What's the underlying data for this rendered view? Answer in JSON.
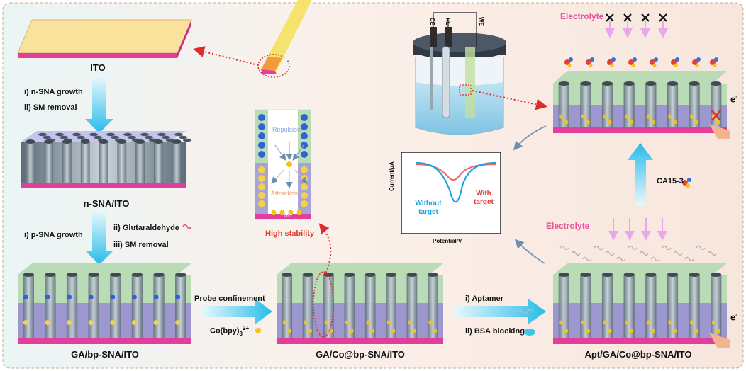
{
  "labels": {
    "ito": "ITO",
    "n_sna_ito": "n-SNA/ITO",
    "ga_bp_sna_ito": "GA/bp-SNA/ITO",
    "ga_co_bp_sna_ito": "GA/Co@bp-SNA/ITO",
    "apt_ga_co_bp_sna_ito": "Apt/GA/Co@bp-SNA/ITO"
  },
  "steps": {
    "n_sna_growth": "i) n-SNA growth",
    "sm_removal_1": "ii) SM removal",
    "p_sna_growth": "i) p-SNA growth",
    "glutaraldehyde": "ii) Glutaraldehyde",
    "sm_removal_2": "iii) SM removal",
    "probe_confinement": "Probe confinement",
    "probe_formula": "Co(bpy)",
    "probe_sub": "3",
    "probe_sup": "2+",
    "aptamer": "i) Aptamer",
    "bsa_blocking": "ii) BSA blocking",
    "ca15_3": "CA15-3"
  },
  "inset": {
    "repulsion": "Repulsion",
    "attraction": "Attraction",
    "ito": "ITO",
    "high_stability": "High stability"
  },
  "cell": {
    "ce": "CE",
    "re": "RE",
    "we": "WE"
  },
  "electrolyte": "Electrolyte",
  "electron": "e",
  "electron_sup": "-",
  "plot": {
    "ylabel": "Current/μA",
    "xlabel": "Potential/V",
    "without_target": "Without target",
    "with_target": "With target"
  },
  "colors": {
    "top_green": "#b9dcb6",
    "pore_wall": "#8c9ca8",
    "lower_purple": "#9c97cf",
    "ito_pink": "#e23e9c",
    "arrow_cyan": "#37c6ef",
    "red_dotted": "#e22a2a",
    "probe_yellow": "#f4c21a",
    "without_target_blue": "#1aa3e0",
    "with_target_red": "#f06a6a"
  }
}
